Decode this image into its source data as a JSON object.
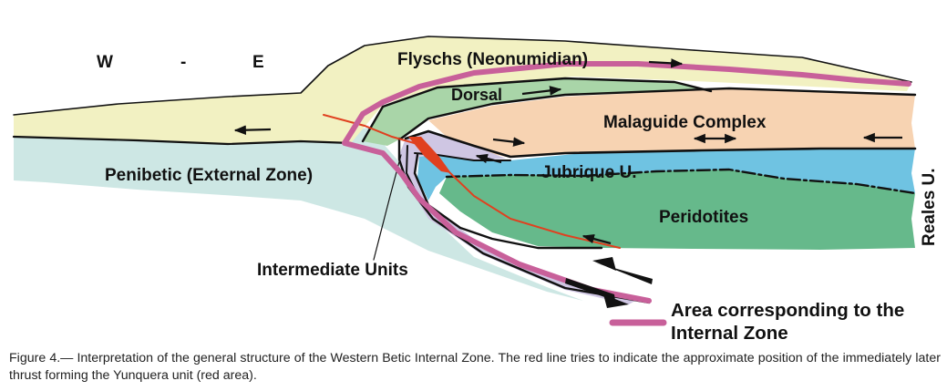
{
  "figure": {
    "orientation": {
      "west": "W",
      "separator": "-",
      "east": "E"
    },
    "labels": {
      "flyschs": "Flyschs (Neonumidian)",
      "dorsal": "Dorsal",
      "malaguide": "Malaguide Complex",
      "penibetic": "Penibetic (External Zone)",
      "jubrique": "Jubrique U.",
      "peridotites": "Peridotites",
      "reales": "Reales U.",
      "intermediate": "Intermediate Units"
    },
    "legend": {
      "line1": "Area corresponding to the",
      "line2": "Internal Zone",
      "color": "#c8609a"
    },
    "colors": {
      "flysch": "#f2f1c2",
      "penibetic": "#cde7e4",
      "dorsal": "#a9d5a8",
      "malaguide": "#f7d3b2",
      "jubrique": "#6fc3e2",
      "peridotites": "#66b98b",
      "intermediate": "#cfc6e3",
      "thrust": "#e0401f"
    }
  },
  "caption": "Figure 4.— Interpretation of the general structure of the Western Betic Internal Zone. The red line tries to indicate the approximate position of the immediately later thrust forming the Yunquera unit (red area)."
}
